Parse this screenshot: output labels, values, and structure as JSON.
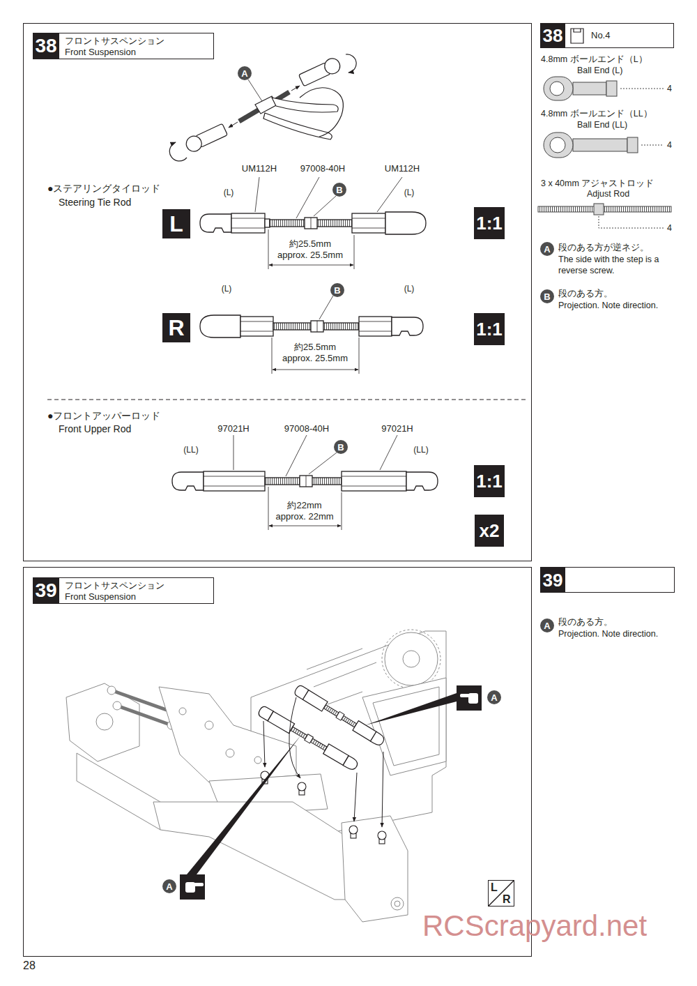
{
  "diagram": {
    "nodes": [
      {
        "text": [
          "フロントサスペンション",
          "Front Suspension"
        ]
      },
      {
        "text": [
          "38"
        ],
        "in": 0
      },
      {
        "text": [
          "A"
        ]
      },
      {
        "text": [
          "B"
        ]
      },
      {
        "text": [
          "L"
        ]
      },
      {
        "text": [
          "1:1"
        ]
      },
      {
        "text": [
          "B"
        ]
      },
      {
        "text": [
          "R"
        ]
      },
      {
        "text": [
          "1:1"
        ]
      },
      {
        "text": [
          "B"
        ]
      },
      {
        "text": [
          "1:1"
        ]
      },
      {
        "text": [
          "x2"
        ]
      },
      {
        "text": [
          "No.4"
        ]
      },
      {
        "text": [
          "38"
        ],
        "in": 12
      },
      {
        "text": [
          "A"
        ]
      },
      {
        "text": [
          "B"
        ]
      },
      {
        "text": [
          "フロントサスペンション",
          "Front Suspension"
        ]
      },
      {
        "text": [
          "39"
        ],
        "in": 16
      },
      {
        "text": [
          "A"
        ]
      },
      {
        "text": [
          "A"
        ]
      },
      {
        "text": [
          "L",
          "R"
        ]
      },
      {
        "text": [
          "39"
        ]
      },
      {
        "text": [
          "A"
        ]
      }
    ],
    "labels": [
      "UM112H",
      "97008-40H",
      "UM112H",
      "●ステアリングタイロッド",
      "Steering Tie Rod",
      "(L)",
      "(L)",
      "約25.5mm",
      "approx. 25.5mm",
      "(L)",
      "(L)",
      "約25.5mm",
      "approx. 25.5mm",
      "●フロントアッパーロッド",
      "Front Upper Rod",
      "97021H",
      "97008-40H",
      "97021H",
      "(LL)",
      "(LL)",
      "約22mm",
      "approx. 22mm",
      "4.8mm ボールエンド（L）",
      "Ball End (L)",
      "4",
      "4.8mm ボールエンド（LL）",
      "Ball End (LL)",
      "4",
      "3 x 40mm アジャストロッド",
      "Adjust Rod",
      "4",
      "段のある方が逆ネジ。",
      "The side with the step is a reverse screw.",
      "段のある方。",
      "Projection. Note direction.",
      "段のある方。",
      "Projection. Note direction.",
      "28",
      "RCScrapyard.net"
    ]
  }
}
